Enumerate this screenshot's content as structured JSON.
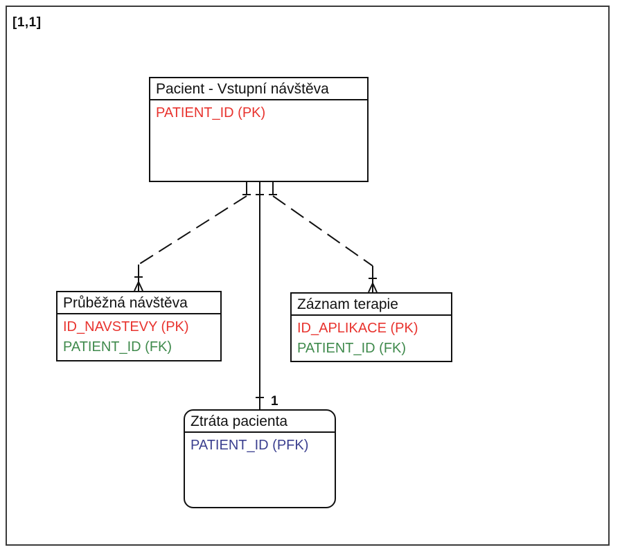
{
  "frame": {
    "label": "[1,1]"
  },
  "entities": {
    "pacient": {
      "title": "Pacient - Vstupní návštěva",
      "attributes": [
        {
          "text": "PATIENT_ID (PK)",
          "kind": "pk"
        }
      ]
    },
    "prubezna": {
      "title": "Průběžná návštěva",
      "attributes": [
        {
          "text": "ID_NAVSTEVY (PK)",
          "kind": "pk"
        },
        {
          "text": "PATIENT_ID (FK)",
          "kind": "fk"
        }
      ]
    },
    "zaznam": {
      "title": "Záznam terapie",
      "attributes": [
        {
          "text": "ID_APLIKACE (PK)",
          "kind": "pk"
        },
        {
          "text": "PATIENT_ID (FK)",
          "kind": "fk"
        }
      ]
    },
    "ztrata": {
      "title": "Ztráta pacienta",
      "attributes": [
        {
          "text": "PATIENT_ID (PFK)",
          "kind": "pfk"
        }
      ]
    }
  },
  "relationships": {
    "ztrata_cardinality": "1"
  },
  "colors": {
    "pk": "#e8332e",
    "fk": "#3f8a4c",
    "pfk": "#3b3f8f",
    "line": "#111111"
  }
}
